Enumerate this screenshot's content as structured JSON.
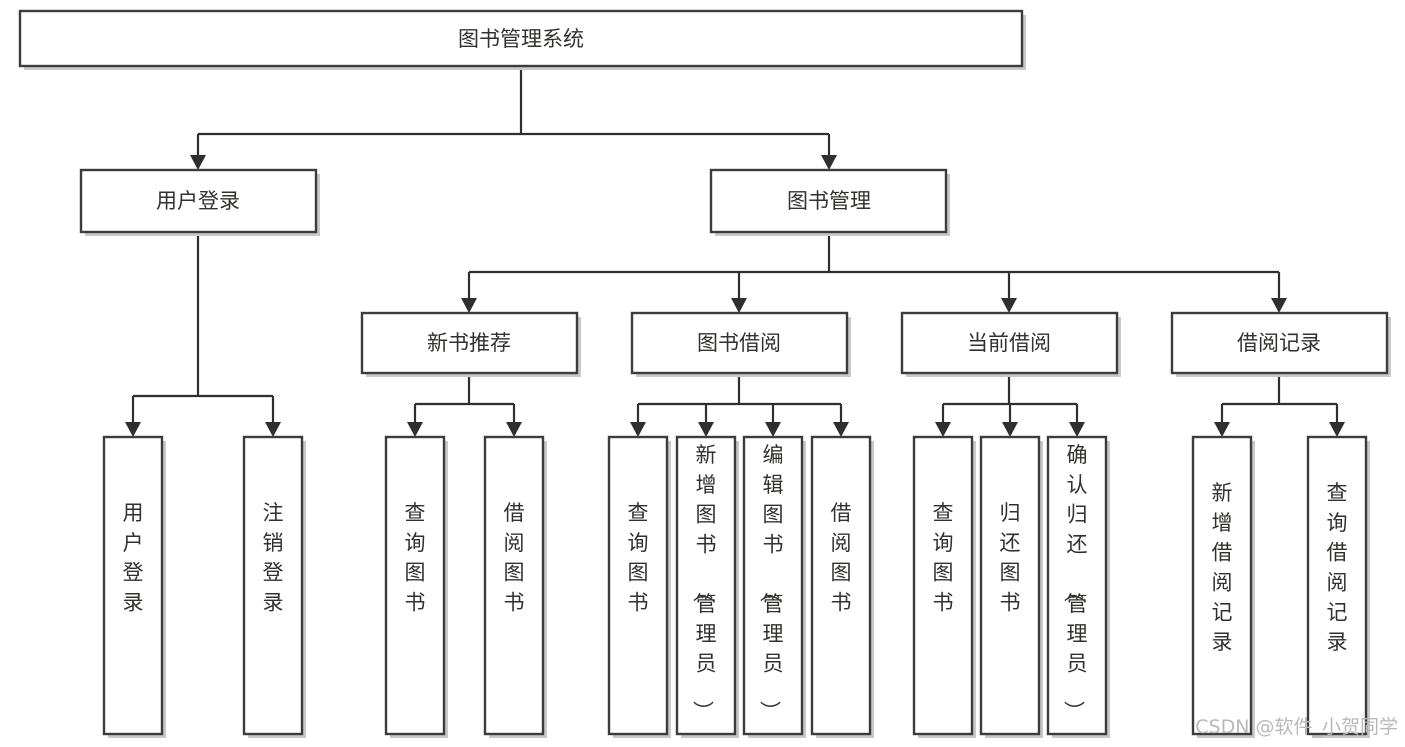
{
  "diagram": {
    "type": "tree",
    "title": "图书管理系统",
    "orientation": "top-down",
    "colors": {
      "box_fill": "#ffffff",
      "box_stroke": "#3c3c3c",
      "connector": "#2f2f2f",
      "text": "#33312f",
      "watermark": "#b9b9b9",
      "background": "#ffffff"
    },
    "levels": {
      "root": {
        "label": "图书管理系统"
      },
      "level2": [
        {
          "label": "用户登录"
        },
        {
          "label": "图书管理"
        }
      ],
      "level3": [
        {
          "label": "新书推荐"
        },
        {
          "label": "图书借阅"
        },
        {
          "label": "当前借阅"
        },
        {
          "label": "借阅记录"
        }
      ],
      "level4": [
        {
          "label": "用户登录",
          "parent": "用户登录"
        },
        {
          "label": "注销登录",
          "parent": "用户登录"
        },
        {
          "label": "查询图书",
          "parent": "新书推荐"
        },
        {
          "label": "借阅图书",
          "parent": "新书推荐"
        },
        {
          "label": "查询图书",
          "parent": "图书借阅"
        },
        {
          "label": "新增图书（管理员）",
          "parent": "图书借阅"
        },
        {
          "label": "编辑图书（管理员）",
          "parent": "图书借阅"
        },
        {
          "label": "借阅图书",
          "parent": "图书借阅"
        },
        {
          "label": "查询图书",
          "parent": "当前借阅"
        },
        {
          "label": "归还图书",
          "parent": "当前借阅"
        },
        {
          "label": "确认归还（管理员）",
          "parent": "当前借阅"
        },
        {
          "label": "新增借阅记录",
          "parent": "借阅记录"
        },
        {
          "label": "查询借阅记录",
          "parent": "借阅记录"
        }
      ]
    },
    "watermark": "CSDN @软件_小贺同学"
  }
}
